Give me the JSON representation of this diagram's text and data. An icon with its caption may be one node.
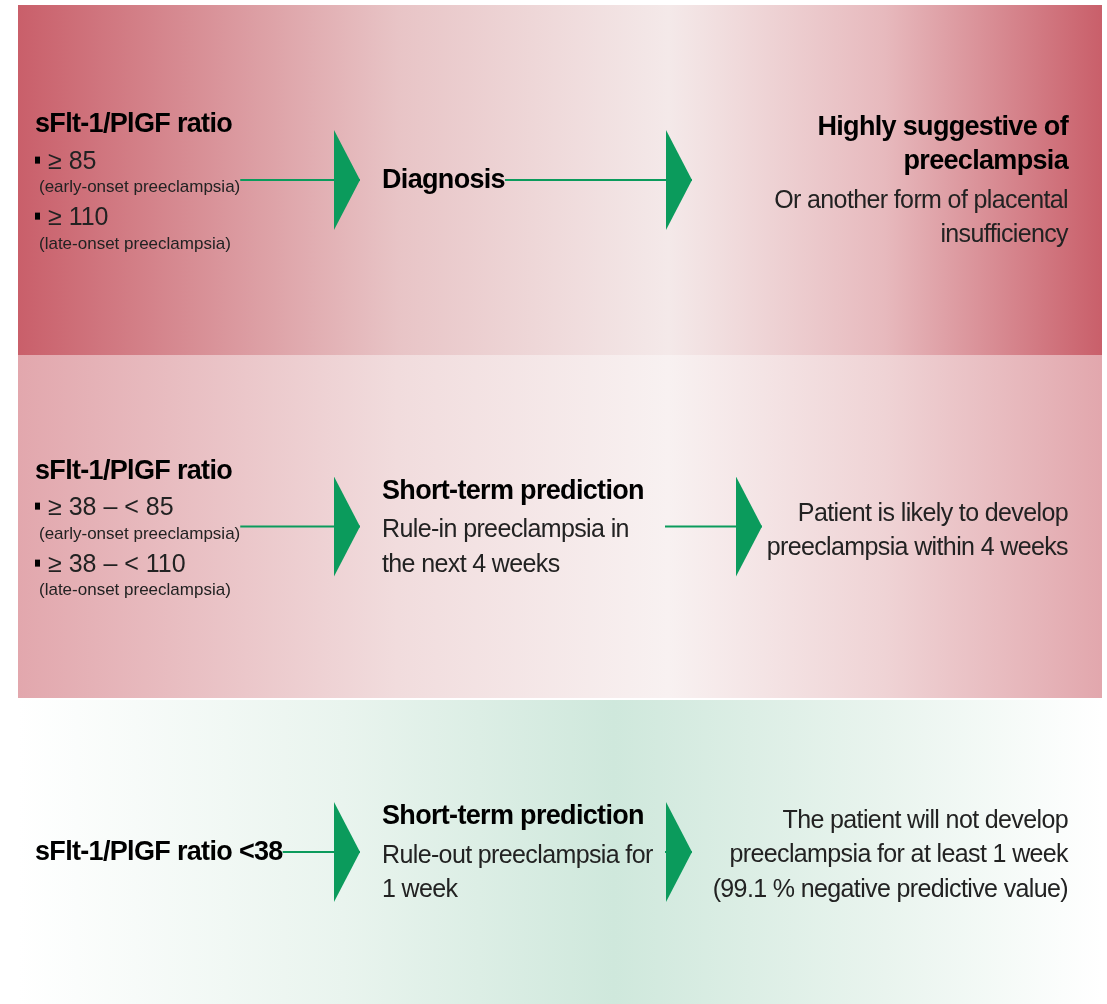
{
  "diagram": {
    "nodes": [
      {
        "text": [],
        "shape": "band"
      },
      {
        "text": [
          "sFlt-1/PlGF ratio",
          "≥ 85",
          "(early-onset preeclampsia)",
          "≥ 110",
          "(late-onset preeclampsia)"
        ],
        "in": 0
      },
      {
        "text": [
          "Diagnosis"
        ],
        "in": 0
      },
      {
        "text": [
          "Highly suggestive of preeclampsia",
          "Or another form of placental insufficiency"
        ],
        "in": 0
      },
      {
        "text": [],
        "shape": "band"
      },
      {
        "text": [
          "sFlt-1/PlGF ratio",
          "≥ 38 – < 85",
          "(early-onset preeclampsia)",
          "≥ 38 – < 110",
          "(late-onset preeclampsia)"
        ],
        "in": 4
      },
      {
        "text": [
          "Short-term prediction",
          "Rule-in preeclampsia in the next 4 weeks"
        ],
        "in": 4
      },
      {
        "text": [
          "Patient is likely to develop preeclampsia within 4 weeks"
        ],
        "in": 4
      },
      {
        "text": [],
        "shape": "band"
      },
      {
        "text": [
          "sFlt-1/PlGF ratio <38"
        ],
        "in": 8
      },
      {
        "text": [
          "Short-term prediction",
          "Rule-out preeclampsia for 1 week"
        ],
        "in": 8
      },
      {
        "text": [
          "The patient will not develop preeclampsia for at least 1 week (99.1 % negative predictive value)"
        ],
        "in": 8
      }
    ],
    "edges": [
      {
        "from": 1,
        "to": 2,
        "arrow": "to"
      },
      {
        "from": 2,
        "to": 3,
        "arrow": "to"
      },
      {
        "from": 5,
        "to": 6,
        "arrow": "to"
      },
      {
        "from": 6,
        "to": 7,
        "arrow": "to"
      },
      {
        "from": 9,
        "to": 10,
        "arrow": "to"
      },
      {
        "from": 10,
        "to": 11,
        "arrow": "to"
      }
    ]
  }
}
